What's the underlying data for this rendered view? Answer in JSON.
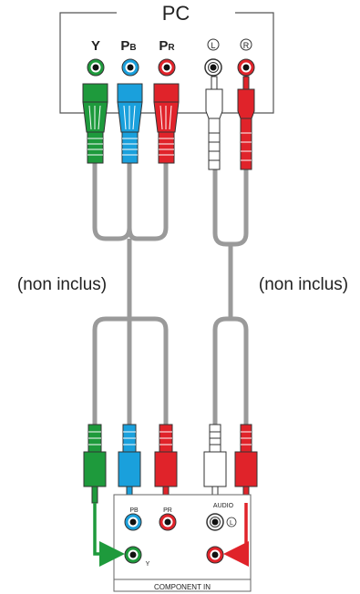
{
  "pc": {
    "title": "PC",
    "jacks": [
      {
        "label": "Y",
        "sub": "",
        "color": "#1e9a3c"
      },
      {
        "label": "P",
        "sub": "B",
        "color": "#1aa0dc"
      },
      {
        "label": "P",
        "sub": "R",
        "color": "#e0232a"
      },
      {
        "label": "L",
        "sub": "",
        "color": "#ffffff"
      },
      {
        "label": "R",
        "sub": "",
        "color": "#e0232a"
      }
    ]
  },
  "cables": {
    "left_note": "(non inclus)",
    "right_note": "(non inclus)",
    "cable_color": "#9a9a9a"
  },
  "device": {
    "footer": "COMPONENT IN",
    "audio_label": "AUDIO",
    "pb_label": "PB",
    "pr_label": "PR",
    "y_label": "Y",
    "l_label": "L"
  },
  "colors": {
    "green": "#1e9a3c",
    "blue": "#1aa0dc",
    "red": "#e0232a",
    "white": "#ffffff",
    "outline": "#333333"
  }
}
